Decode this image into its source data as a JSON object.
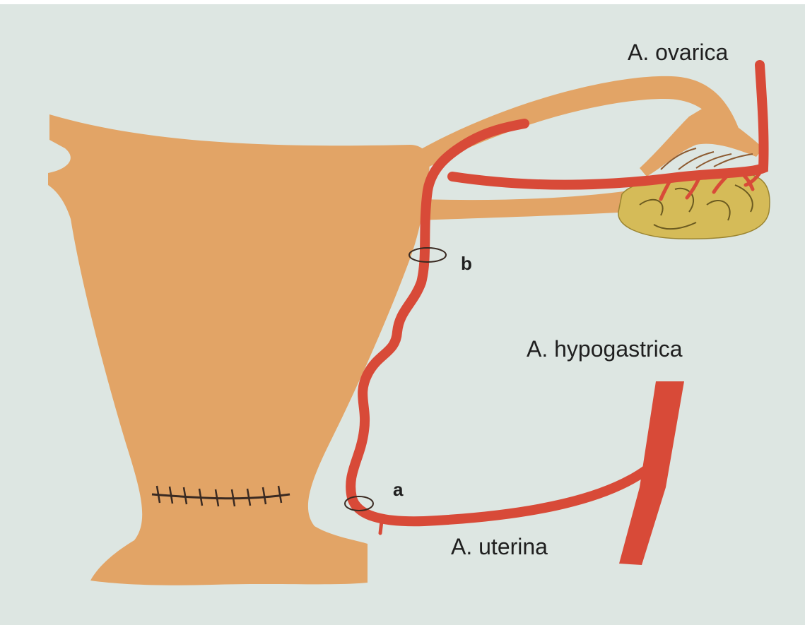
{
  "diagram": {
    "labels": {
      "ovarica": "A. ovarica",
      "hypogastrica": "A. hypogastrica",
      "uterina": "A. uterina",
      "point_a": "a",
      "point_b": "b"
    },
    "colors": {
      "background": "#dde6e2",
      "uterus": "#e2a466",
      "artery": "#d84a38",
      "artery_outline": "#8c2b22",
      "ovary": "#d5bb58",
      "suture": "#3a2a22",
      "text": "#1f1f1f"
    }
  }
}
